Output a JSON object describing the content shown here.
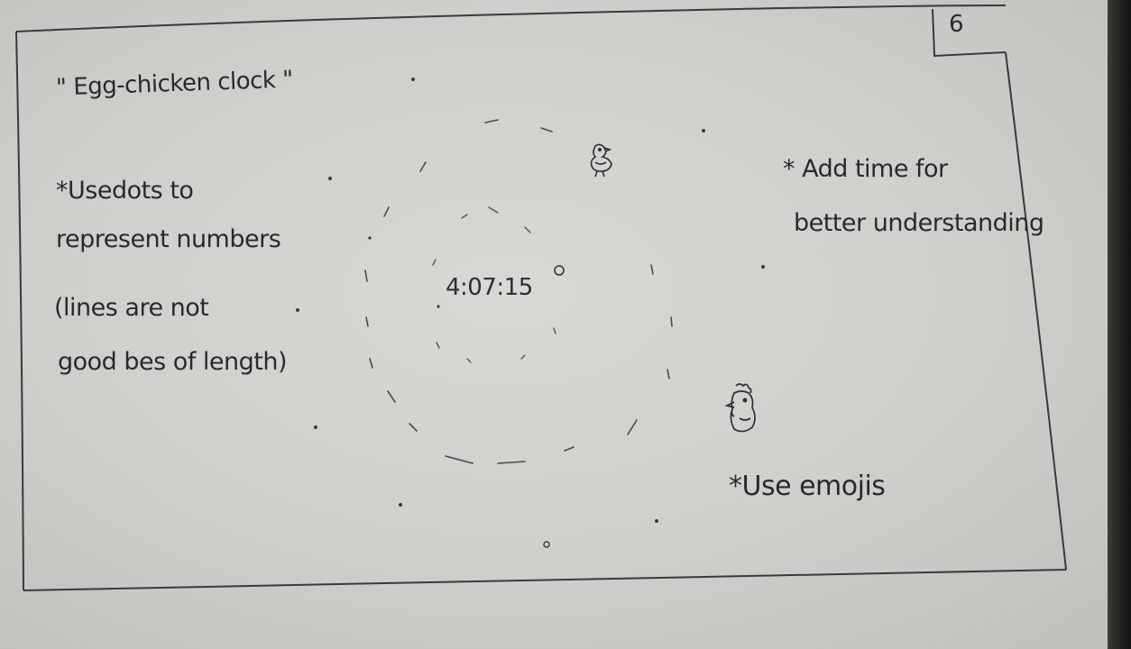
{
  "page_number": "6",
  "title": "\" Egg-chicken clock \"",
  "left_note": {
    "lines": [
      "*Usedots to",
      "represent numbers",
      "(lines are not",
      "good bes of length)"
    ]
  },
  "right_note": {
    "lines": [
      "* Add time for",
      "better understanding"
    ]
  },
  "emoji_note": "*Use emojis",
  "clock": {
    "time_label": "4:07:15",
    "top_icon": "chick-icon",
    "bottom_icon": "hen-icon"
  }
}
